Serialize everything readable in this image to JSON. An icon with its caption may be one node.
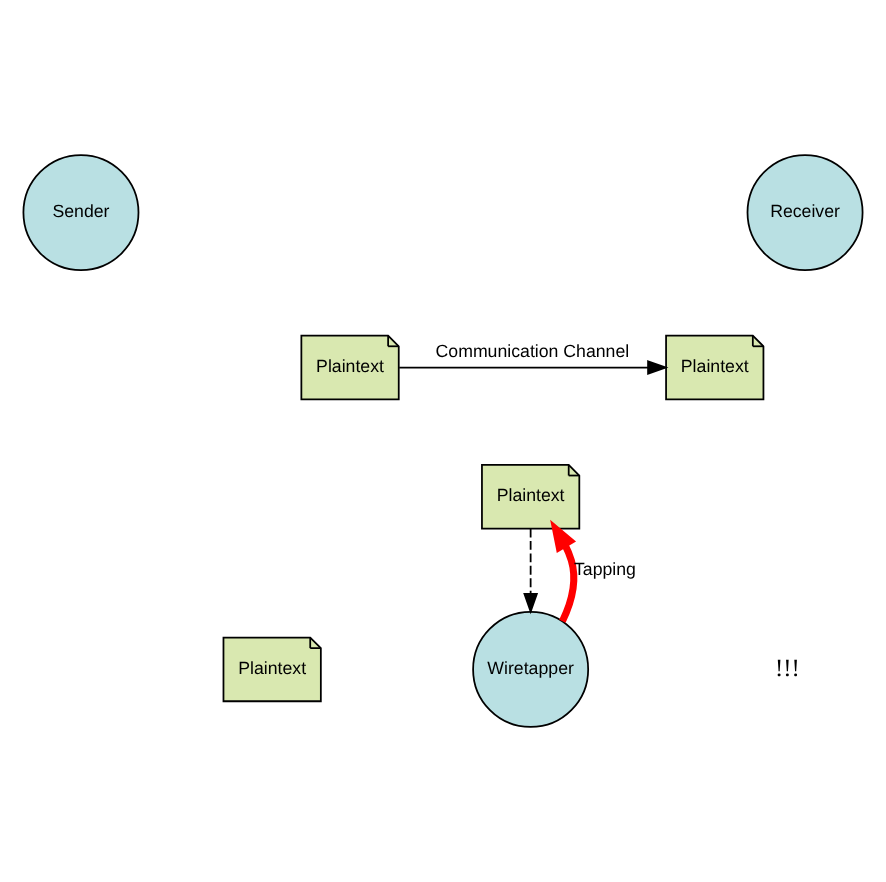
{
  "diagram": {
    "nodes": [
      {
        "text": [
          "Sender"
        ]
      },
      {
        "text": [
          "Receiver"
        ]
      },
      {
        "text": [
          "Plaintext"
        ]
      },
      {
        "text": [
          "Plaintext"
        ]
      },
      {
        "text": [
          "Plaintext"
        ]
      },
      {
        "text": [
          "Wiretapper"
        ]
      },
      {
        "text": [
          "Plaintext"
        ]
      }
    ],
    "edges": [
      {
        "from": 2,
        "to": 3,
        "arrow": "to",
        "label": "Communication Channel"
      },
      {
        "from": 5,
        "to": 4,
        "arrow": "to",
        "label": "Tapping",
        "style": "thick",
        "color": "#ff0000"
      },
      {
        "from": 4,
        "to": 5,
        "arrow": "to",
        "style": "dashed"
      }
    ],
    "labels": [
      "!!!"
    ]
  }
}
